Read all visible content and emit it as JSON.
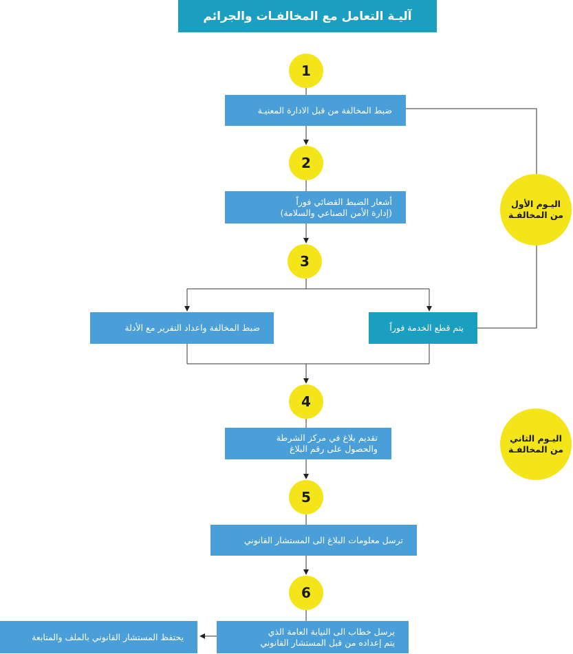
{
  "title": "آليـة التعامل مع المخالفـات والجرائم",
  "steps": [
    {
      "number": "1",
      "text": [
        "ضبط المخالفة من قبل الادارة المعنيـة"
      ]
    },
    {
      "number": "2",
      "text": [
        "أشعار الضبط القضائي فوراً",
        "(إدارة الأمن الصناعي والسلامة)"
      ]
    },
    {
      "number": "3",
      "text_left": [
        "ضبط المخالفة واعداد التقرير مع الأدلة"
      ],
      "text_right": [
        "يتم قطع الخدمة فوراً"
      ]
    },
    {
      "number": "4",
      "text": [
        "تقديم بلاغ في مركز الشرطة",
        "والحصول على رقم البلاغ"
      ]
    },
    {
      "number": "5",
      "text": [
        "ترسل معلومات البلاغ الى المستشار القانوني"
      ]
    },
    {
      "number": "6",
      "text": [
        "يرسل خطاب الى النيابة العامة الذي",
        "يتم إعداده من قبل المستشار القانوني"
      ],
      "text_final": [
        "يحتفظ المستشار القانوني بالملف والمتابعة"
      ]
    }
  ],
  "day_labels": {
    "day1": [
      "اليـوم الأول",
      "من المخالفـة"
    ],
    "day2": [
      "اليـوم الثاني",
      "من المخالفـة"
    ]
  },
  "colors": {
    "blue_box": "#4a9fd9",
    "teal_box": "#1a9fc0",
    "circle": "#f4e51b"
  }
}
